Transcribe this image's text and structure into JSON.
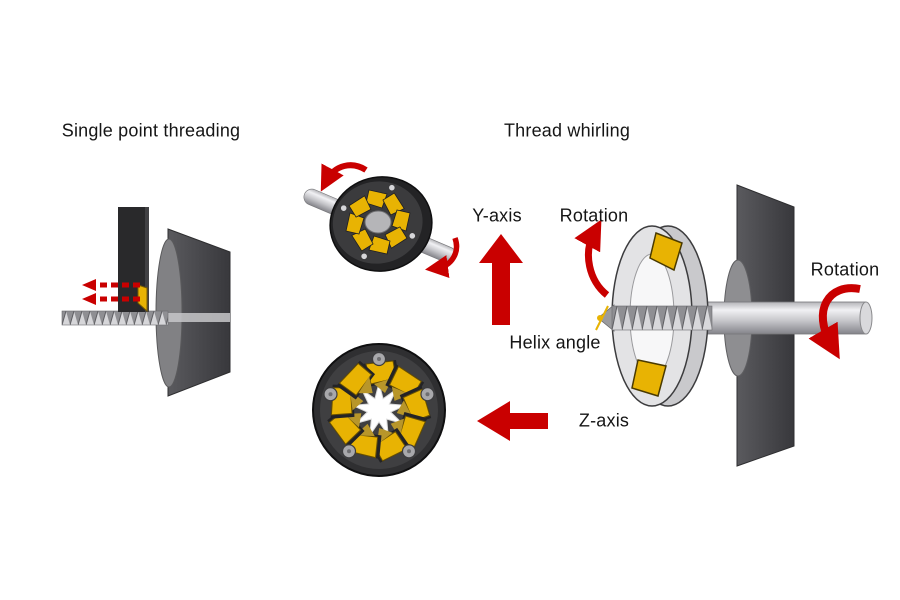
{
  "labels": {
    "left_title": "Single point threading",
    "right_title": "Thread whirling",
    "y_axis": "Y-axis",
    "rotation_tool": "Rotation",
    "helix_angle": "Helix angle",
    "z_axis": "Z-axis",
    "rotation_workpiece": "Rotation"
  },
  "colors": {
    "arrow_red": "#c90000",
    "insert_yellow": "#e8b303",
    "dark_gray": "#424245",
    "light_gray": "#e3e3e5"
  }
}
